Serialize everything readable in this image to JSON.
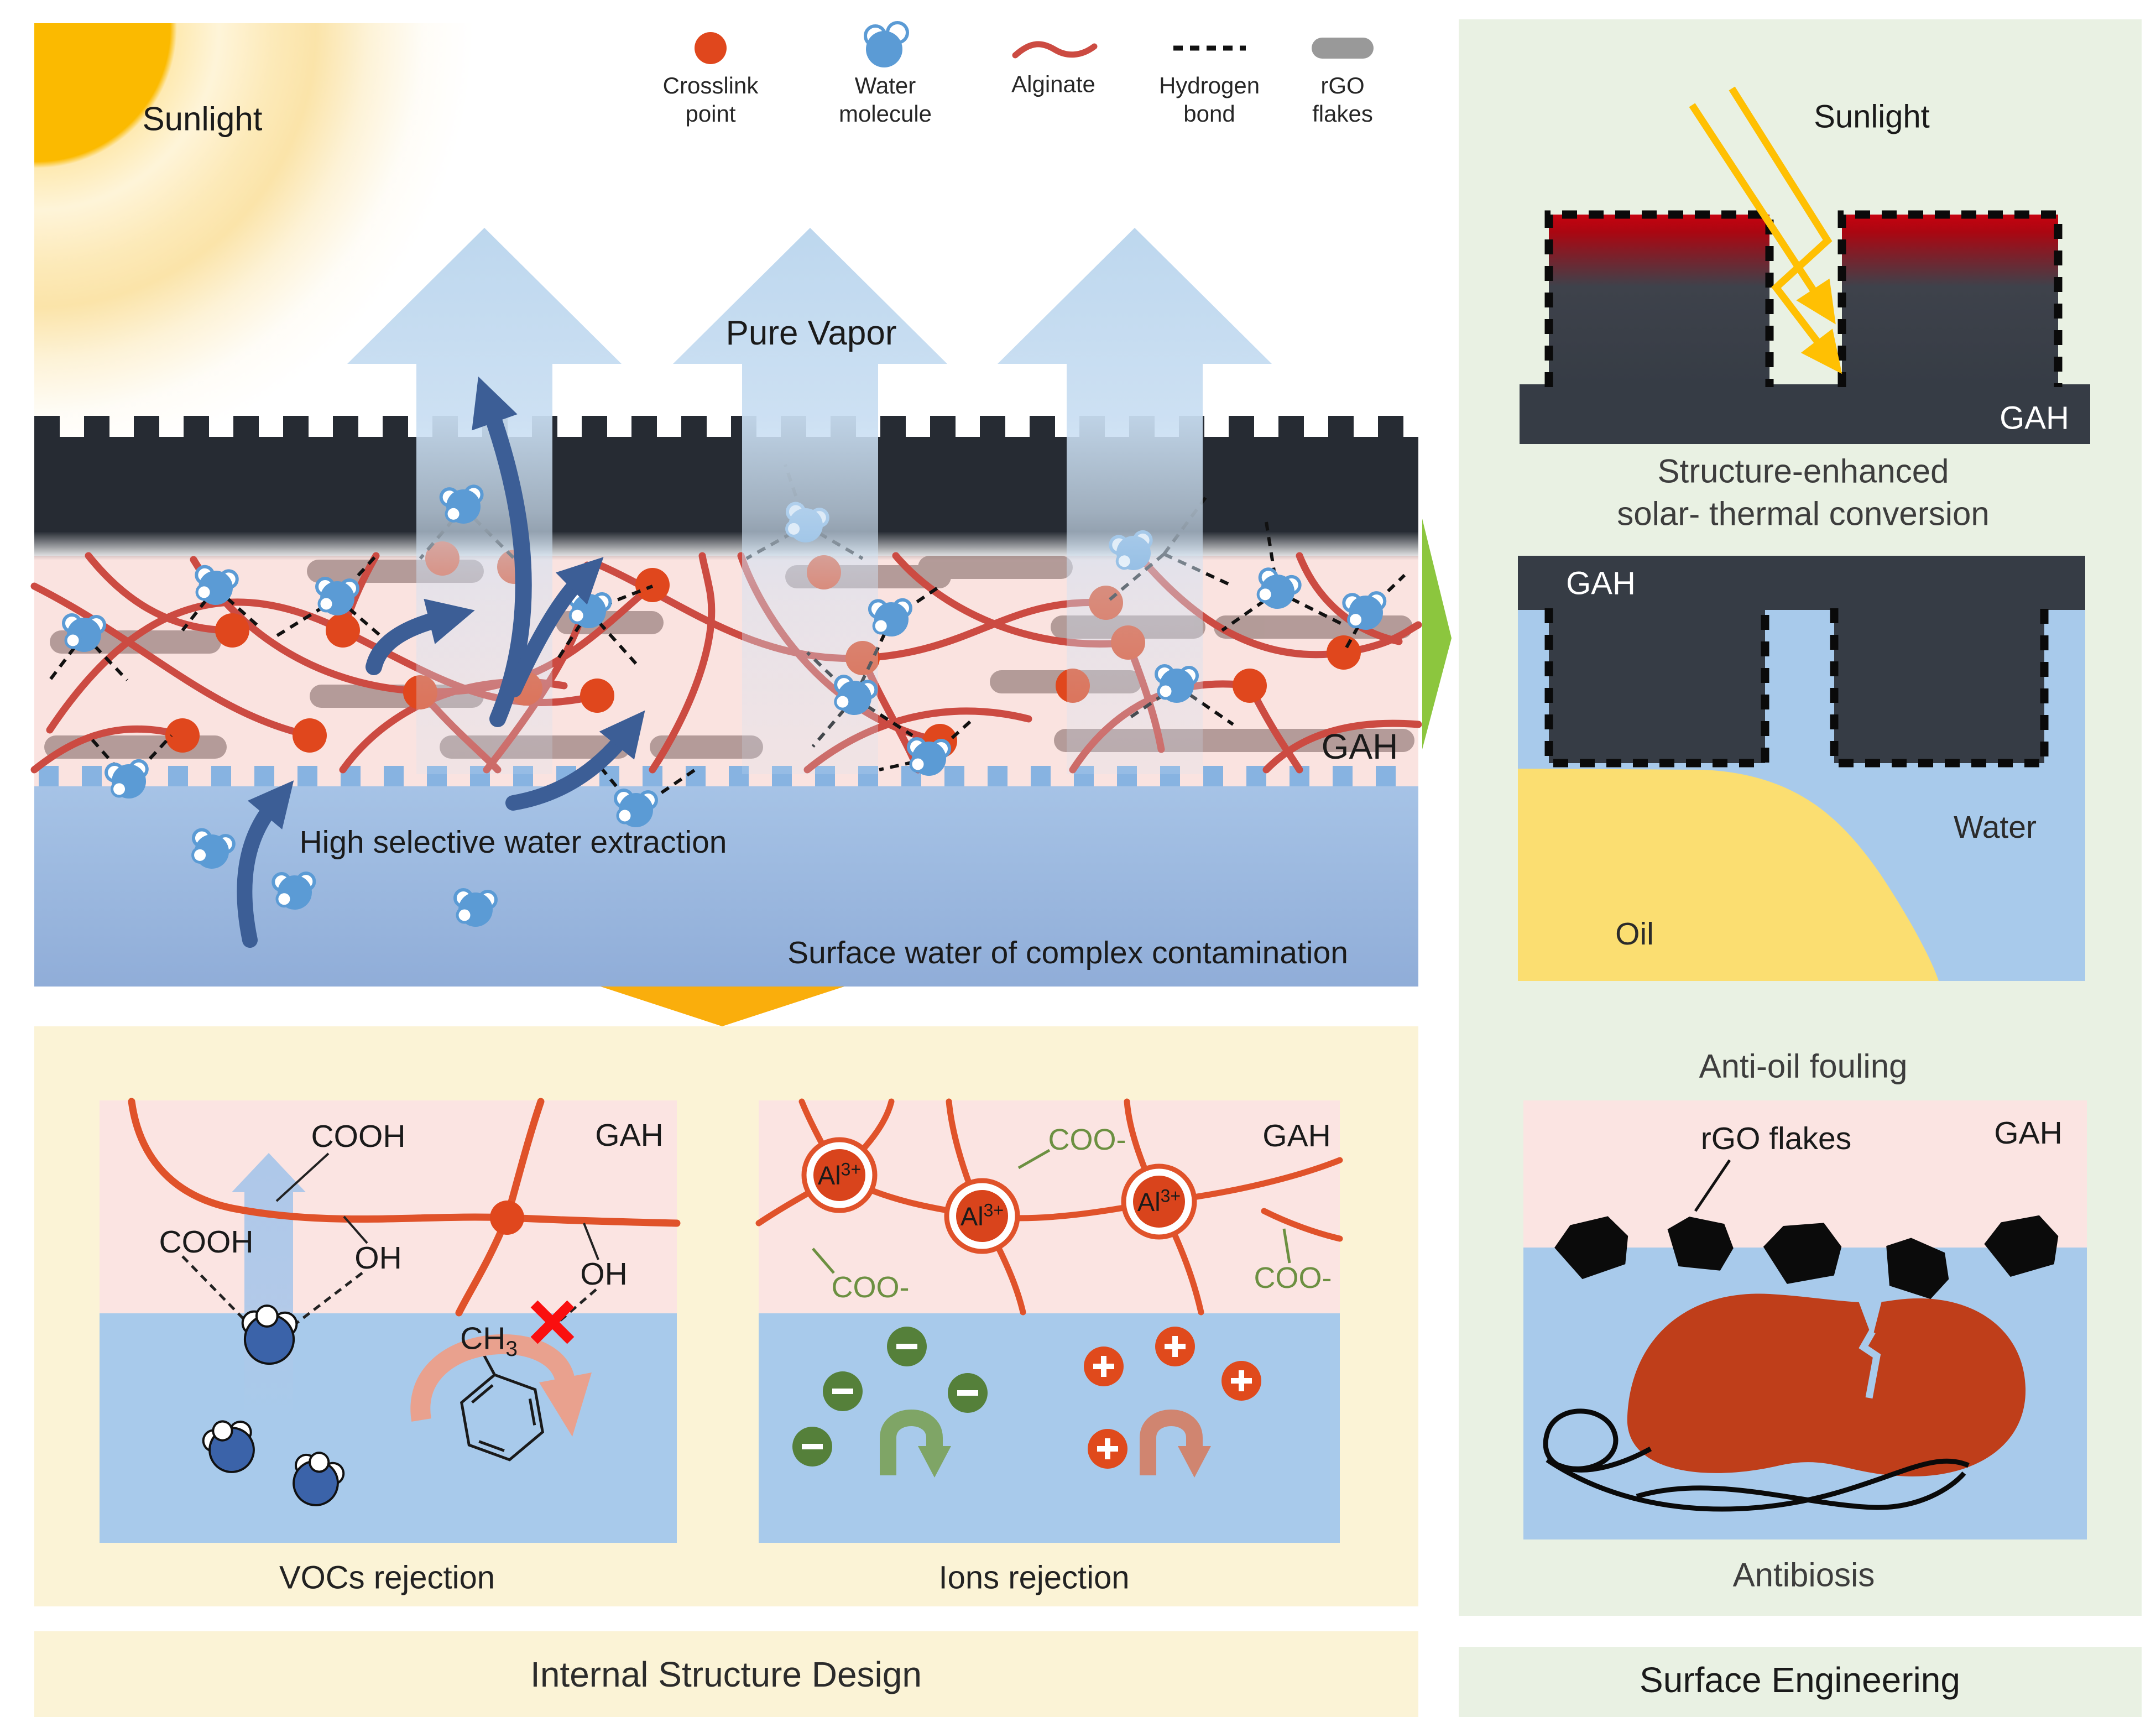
{
  "legend": {
    "items": [
      {
        "icon": "crosslink-point-icon",
        "label": "Crosslink\npoint"
      },
      {
        "icon": "water-molecule-icon",
        "label": "Water\nmolecule"
      },
      {
        "icon": "alginate-icon",
        "label": "Alginate"
      },
      {
        "icon": "hydrogen-bond-icon",
        "label": "Hydrogen\nbond"
      },
      {
        "icon": "rgo-flakes-icon",
        "label": "rGO\nflakes"
      }
    ]
  },
  "main_panel": {
    "sunlight_label": "Sunlight",
    "pure_vapor_label": "Pure Vapor",
    "extraction_label": "High selective water extraction",
    "water_label": "Surface water of complex contamination",
    "gah_label": "GAH"
  },
  "vocs_panel": {
    "cooh_top": "COOH",
    "cooh_left": "COOH",
    "oh_mid": "OH",
    "gah": "GAH",
    "oh_right": "OH",
    "ch3_main": "CH",
    "ch3_sub": "3",
    "caption": "VOCs rejection"
  },
  "ions_panel": {
    "al_main": "Al",
    "al_sup": "3+",
    "coo_top": "COO-",
    "coo_left": "COO-",
    "coo_right": "COO-",
    "gah": "GAH",
    "caption": "Ions rejection"
  },
  "left_footer": "Internal Structure Design",
  "right_panel": {
    "sunlight_label": "Sunlight",
    "gah_solar": "GAH",
    "caption_solar_line1": "Structure-enhanced",
    "caption_solar_line2": "solar- thermal  conversion",
    "gah_oil": "GAH",
    "water_label": "Water",
    "oil_label": "Oil",
    "caption_oil": "Anti-oil fouling",
    "rgo_label": "rGO flakes",
    "gah_anti": "GAH",
    "caption_anti": "Antibiosis"
  },
  "right_footer": "Surface Engineering",
  "colors": {
    "sun_core": "#FBBA00",
    "sunray_yellow": "#FFC003",
    "down_arrow_yellow": "#FAAE0C",
    "vapor_arrow_blue": "#BDD7EE",
    "dark_layer": "#262B33",
    "pink_layer": "#FAE3E0",
    "water_top": "#A6C3E6",
    "water_bottom": "#90ADD8",
    "water_teeth": "#87B3E1",
    "alginate_red": "#CC4B42",
    "crosslink_orange": "#E0471D",
    "rgo_gray": "#99807D",
    "molecule_blue": "#5B9BD5",
    "dark_arrow_blue": "#3C5E96",
    "panel_yellow": "#FBF3D6",
    "panel_green": "#E9F1E3",
    "sub_blue": "#A8CAEB",
    "sub_pink": "#FBE4E2",
    "vocs_red": "#E0522A",
    "dark_molecule": "#3B63A9",
    "salmon": "#E9A18E",
    "red_x": "#FA0F0F",
    "green_text": "#6C9041",
    "anion_green": "#55803A",
    "anion_arrow": "#7FA566",
    "cation_orange": "#E04A1C",
    "cation_arrow": "#D08570",
    "slab_dark": "#363C45",
    "pillar_red": "#C00511",
    "oil_yellow": "#FBDE71",
    "bacterium_red": "#BF3E1A",
    "flake_black": "#0b0b0b",
    "green_arrow": "#8CC63E"
  }
}
